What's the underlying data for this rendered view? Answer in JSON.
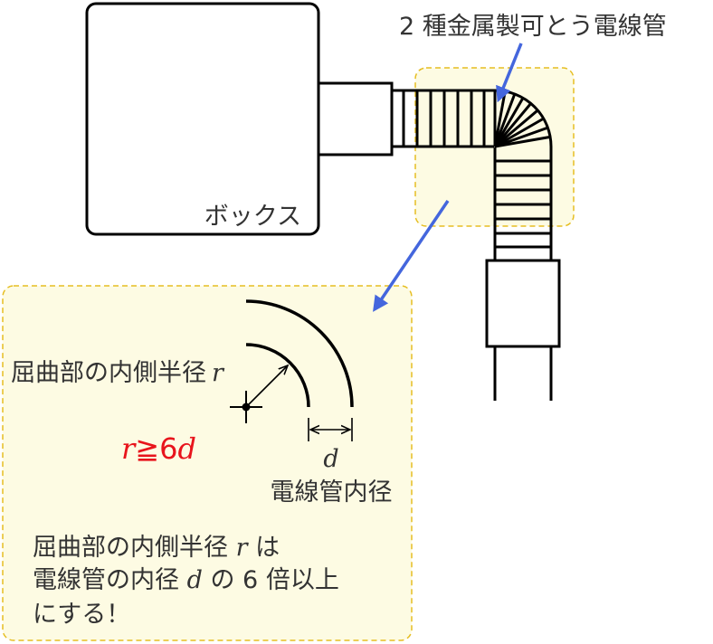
{
  "labels": {
    "conduit_title": "2 種金属製可とう電線管",
    "box": "ボックス",
    "inner_radius": "屈曲部の内側半径",
    "r_symbol": "r",
    "condition_r": "r",
    "condition_op": "≧6",
    "condition_d": "d",
    "d_symbol": "d",
    "inner_diameter": "電線管内径",
    "rule_line1_a": "屈曲部の内側半径 ",
    "rule_line1_r": "r",
    "rule_line1_b": " は",
    "rule_line2_a": "電線管の内径 ",
    "rule_line2_d": "d",
    "rule_line2_b": " の 6 倍以上",
    "rule_line3": "にする！"
  },
  "colors": {
    "highlight_fill": "#fdfbe3",
    "highlight_border": "#e6be22",
    "arrow": "#4466dd",
    "condition": "#e8141c",
    "stroke": "#000000",
    "text": "#333333"
  },
  "icons": {
    "callout_arrow": "arrow-icon",
    "center_marker": "crosshair-icon"
  }
}
